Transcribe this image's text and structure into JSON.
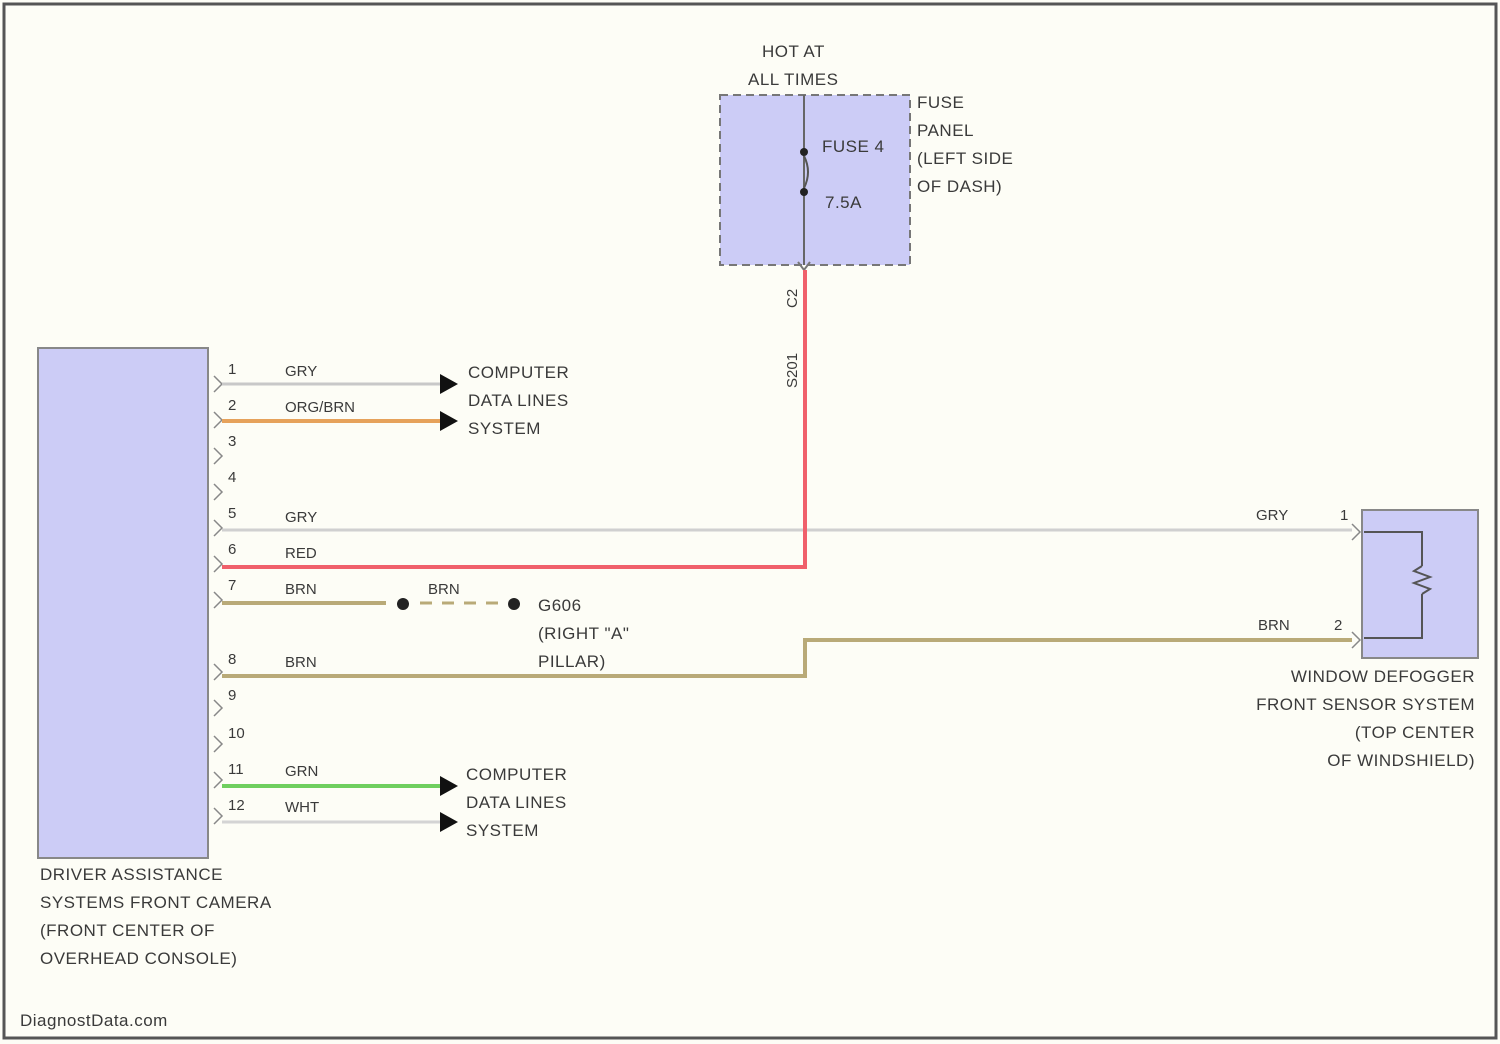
{
  "fuse_panel": {
    "hot_line1": "HOT AT",
    "hot_line2": "ALL TIMES",
    "fuse_name": "FUSE 4",
    "fuse_rating": "7.5A",
    "label_lines": [
      "FUSE",
      "PANEL",
      "(LEFT SIDE",
      "OF DASH)"
    ],
    "conn_code": "C2",
    "splice_code": "S201"
  },
  "camera": {
    "label_lines": [
      "DRIVER ASSISTANCE",
      "SYSTEMS FRONT CAMERA",
      "(FRONT CENTER OF",
      "OVERHEAD CONSOLE)"
    ],
    "pins": [
      {
        "num": "1",
        "wire": "GRY"
      },
      {
        "num": "2",
        "wire": "ORG/BRN"
      },
      {
        "num": "3",
        "wire": ""
      },
      {
        "num": "4",
        "wire": ""
      },
      {
        "num": "5",
        "wire": "GRY"
      },
      {
        "num": "6",
        "wire": "RED"
      },
      {
        "num": "7",
        "wire": "BRN"
      },
      {
        "num": "8",
        "wire": "BRN"
      },
      {
        "num": "9",
        "wire": ""
      },
      {
        "num": "10",
        "wire": ""
      },
      {
        "num": "11",
        "wire": "GRN"
      },
      {
        "num": "12",
        "wire": "WHT"
      }
    ]
  },
  "data_lines_top": [
    "COMPUTER",
    "DATA LINES",
    "SYSTEM"
  ],
  "data_lines_bottom": [
    "COMPUTER",
    "DATA LINES",
    "SYSTEM"
  ],
  "ground": {
    "wire": "BRN",
    "label_lines": [
      "G606",
      "(RIGHT \"A\"",
      "PILLAR)"
    ]
  },
  "defogger": {
    "pin1": "1",
    "pin2": "2",
    "wire1": "GRY",
    "wire2": "BRN",
    "label_lines": [
      "WINDOW DEFOGGER",
      "FRONT SENSOR SYSTEM",
      "(TOP CENTER",
      "OF WINDSHIELD)"
    ]
  },
  "watermark": "DiagnostData.com",
  "colors": {
    "component_fill": "#ccccf6",
    "red_wire": "#f0606b",
    "gray_wire": "#c8c8c8",
    "orange_wire": "#e6a25b",
    "brown_wire": "#b9aa78",
    "green_wire": "#6fcf5f",
    "white_wire": "#d4d4d4"
  }
}
